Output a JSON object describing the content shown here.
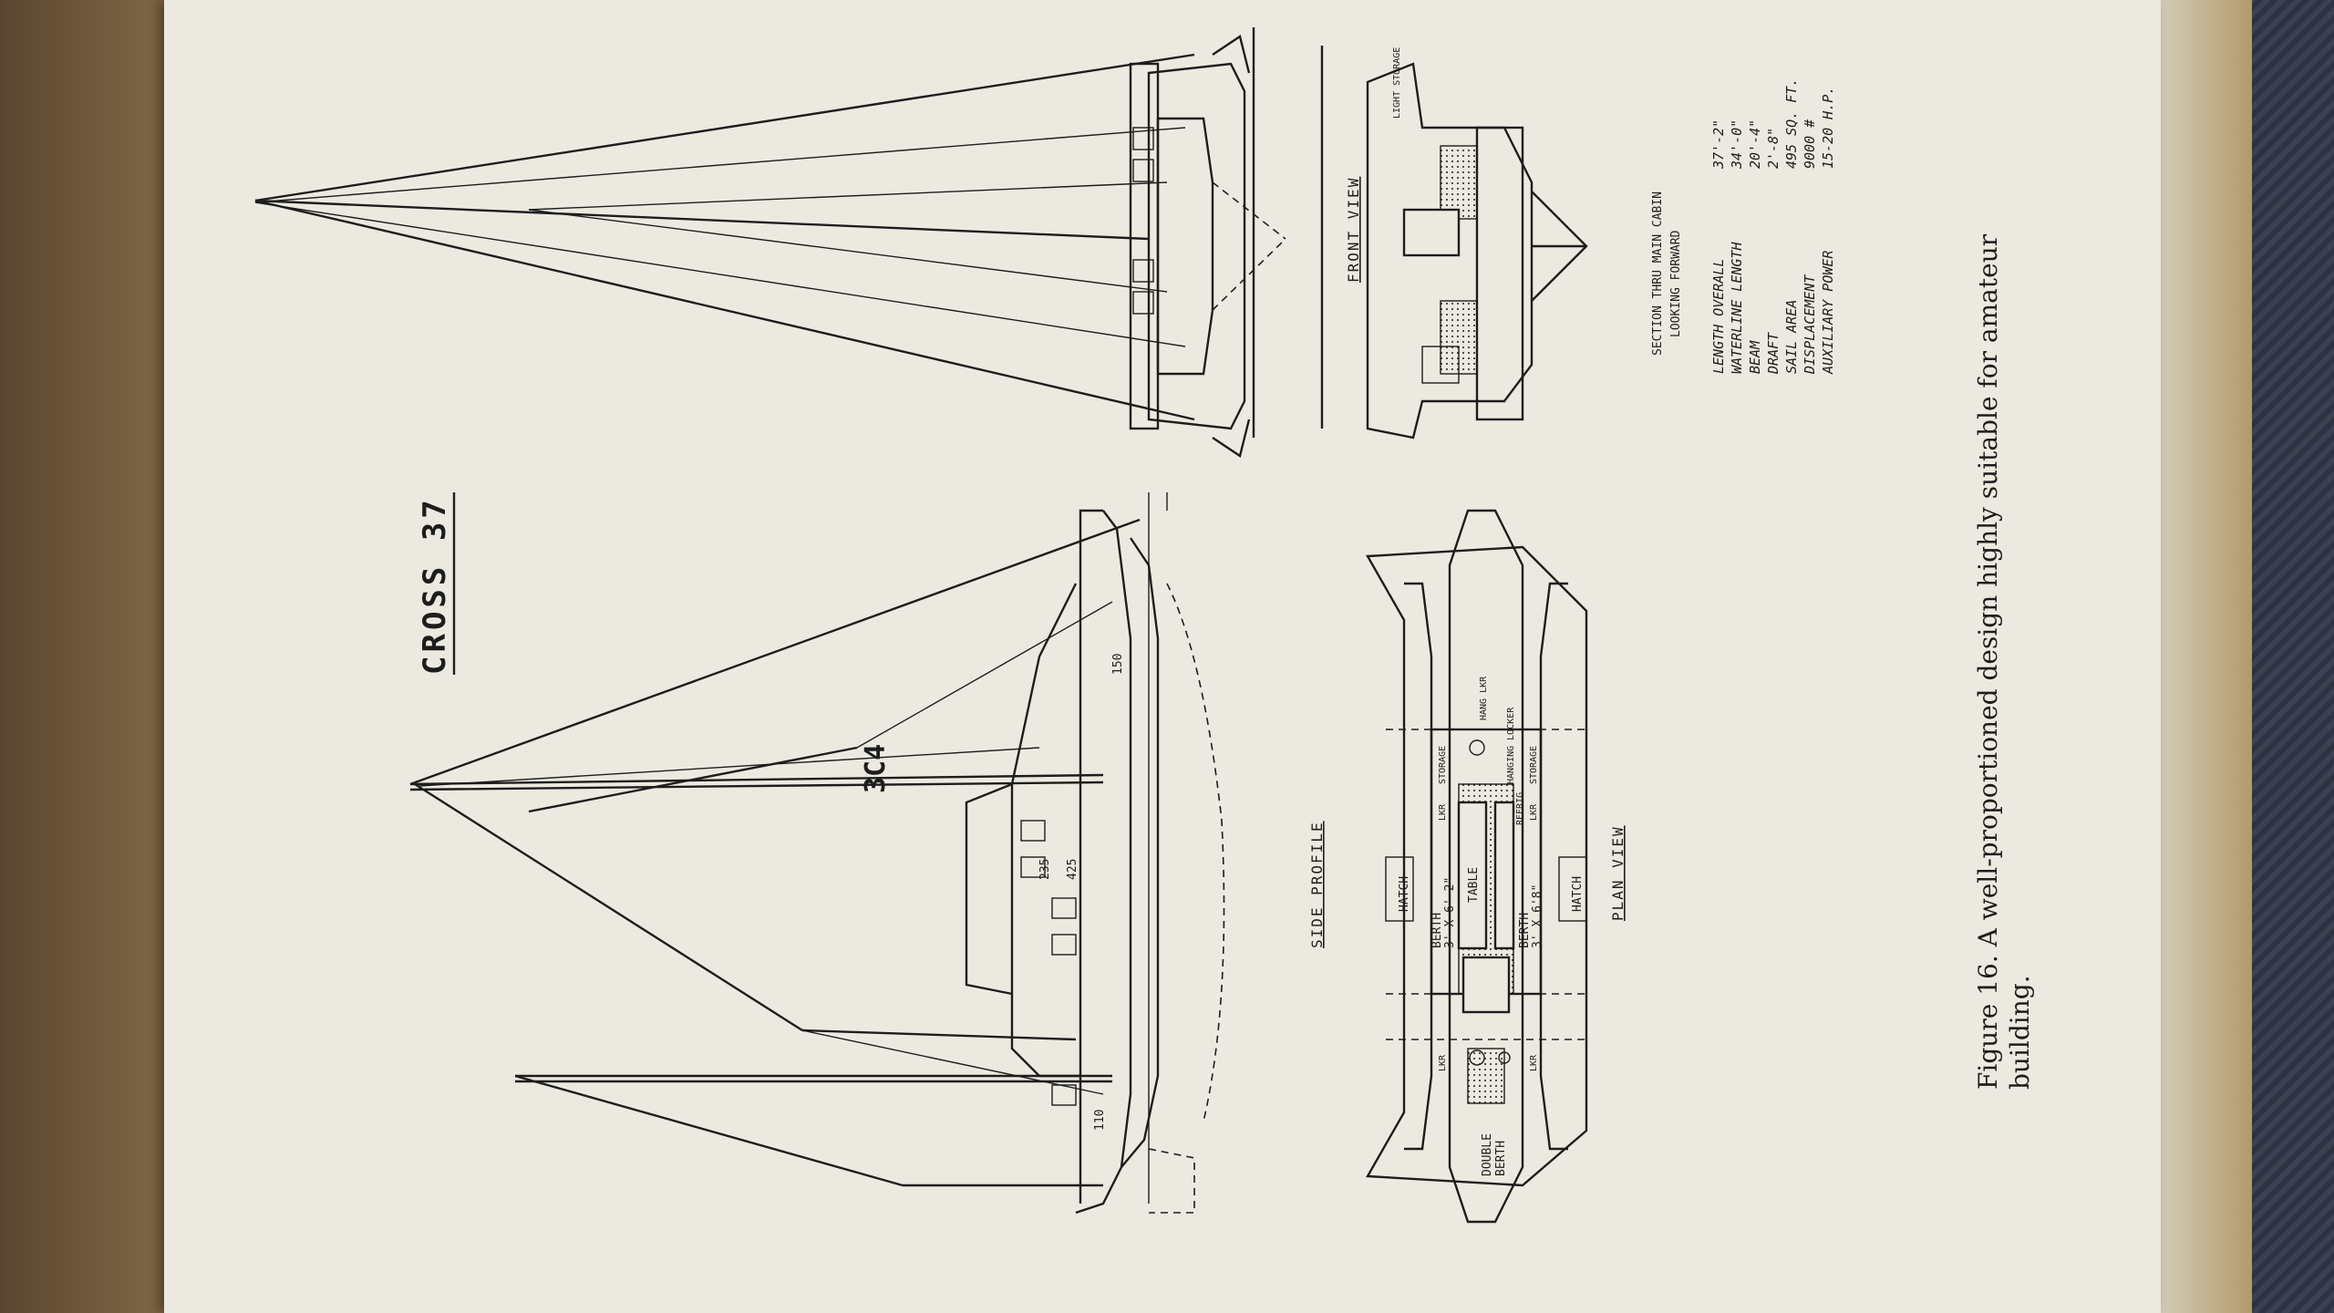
{
  "drawing": {
    "title": "CROSS 37",
    "views": {
      "side": "SIDE PROFILE",
      "plan": "PLAN VIEW",
      "front": "FRONT VIEW"
    },
    "sail_numbers": {
      "main": "3C4",
      "n1": "235",
      "n2": "425",
      "n3": "150",
      "n4": "110"
    },
    "plan_labels": {
      "hatch_left": "HATCH",
      "hatch_right": "HATCH",
      "berth_left": "BERTH",
      "berth_left_size": "3' X 6'-2\"",
      "berth_right": "BERTH",
      "berth_right_size": "3' X 6'8\"",
      "table": "TABLE",
      "double_berth_1": "DOUBLE",
      "double_berth_2": "BERTH",
      "storage_1": "STORAGE",
      "storage_2": "STORAGE",
      "lkr_1": "LKR",
      "lkr_2": "LKR",
      "lkr_3": "LKR",
      "lkr_4": "LKR",
      "hang_lkr": "HANG LKR",
      "hanging_locker": "HANGING LOCKER",
      "refrig": "REFRIG"
    },
    "front_labels": {
      "light_storage": "LIGHT STORAGE",
      "section_1": "SECTION THRU MAIN CABIN",
      "section_2": "LOOKING FORWARD"
    },
    "specs": [
      {
        "label": "LENGTH OVERALL",
        "value": "37'-2\""
      },
      {
        "label": "WATERLINE LENGTH",
        "value": "34'-0\""
      },
      {
        "label": "BEAM",
        "value": "20'-4\""
      },
      {
        "label": "DRAFT",
        "value": "2'-8\""
      },
      {
        "label": "SAIL AREA",
        "value": "495 SQ. FT."
      },
      {
        "label": "DISPLACEMENT",
        "value": "9000 #"
      },
      {
        "label": "AUXILIARY POWER",
        "value": "15-20 H.P."
      }
    ]
  },
  "caption": {
    "line1": "Figure 16. A well-proportioned design highly suitable for amateur",
    "line2": "building."
  }
}
